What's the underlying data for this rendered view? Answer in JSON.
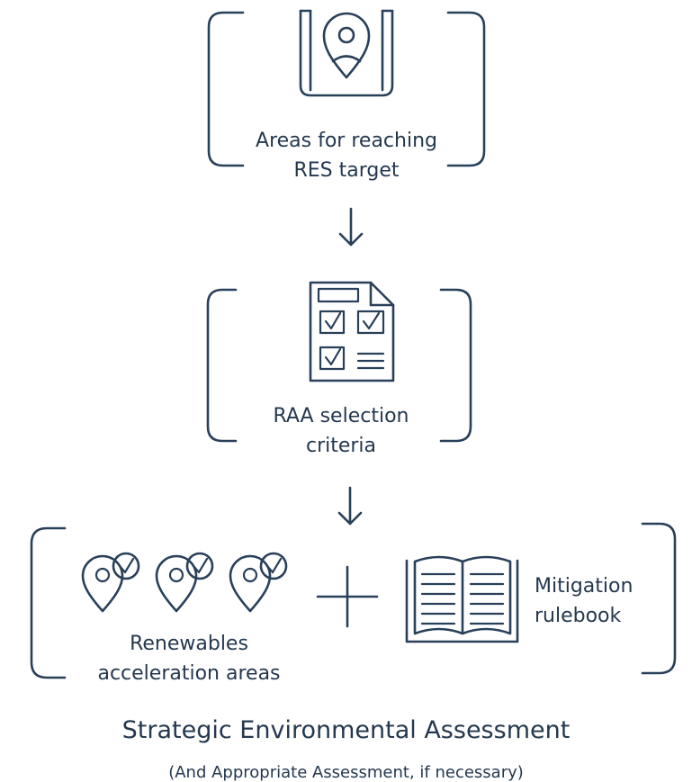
{
  "steps": [
    {
      "line1": "Areas for reaching",
      "line2": "RES target",
      "icon": "map-pin-icon"
    },
    {
      "line1": "RAA selection",
      "line2": "criteria",
      "icon": "checklist-document-icon"
    }
  ],
  "outputs": {
    "left": {
      "line1": "Renewables",
      "line2": "acceleration areas",
      "icon": "location-check-pins-icon"
    },
    "right": {
      "line1": "Mitigation",
      "line2": "rulebook",
      "icon": "open-book-icon"
    },
    "connector": "plus-icon"
  },
  "footer": {
    "title": "Strategic Environmental Assessment",
    "subtitle": "(And Appropriate Assessment, if necessary)"
  },
  "colors": {
    "ink": "#29405a",
    "text": "#24384f",
    "background": "#ffffff"
  }
}
